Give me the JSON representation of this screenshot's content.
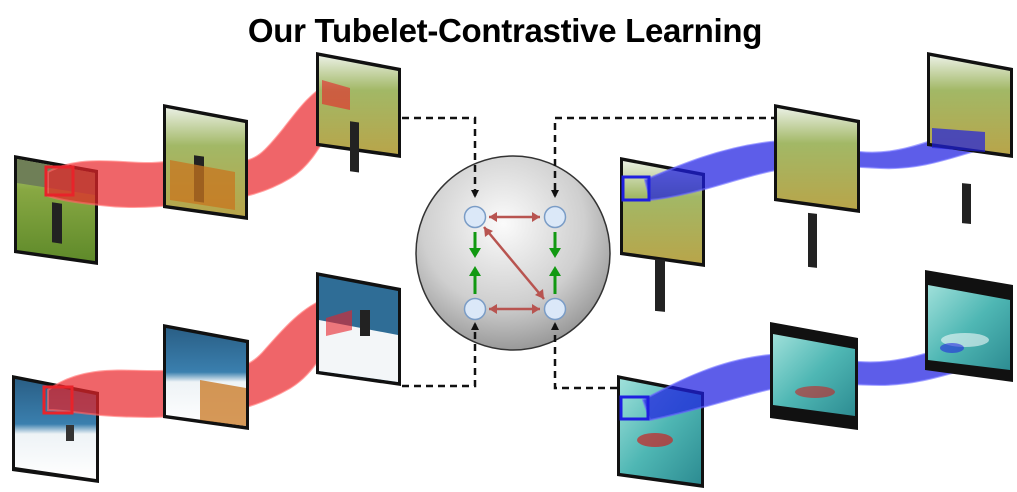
{
  "title": "Our Tubelet-Contrastive Learning",
  "colors": {
    "tubelet_left": "#e8232a",
    "tubelet_right": "#1f1fe0",
    "positive_arrow": "#119911",
    "negative_arrow": "#b85450",
    "node_fill": "#dbe8f8",
    "node_stroke": "#7a9cc6",
    "connector": "#111111",
    "sphere_light": "#f5f5f5",
    "sphere_dark": "#9a9a9a"
  },
  "icons": {
    "left_top_video": "golf-swing-frames",
    "left_bottom_video": "ski-jump-frames",
    "right_top_video": "golf-swing-frames",
    "right_bottom_video": "swimming-frames"
  }
}
